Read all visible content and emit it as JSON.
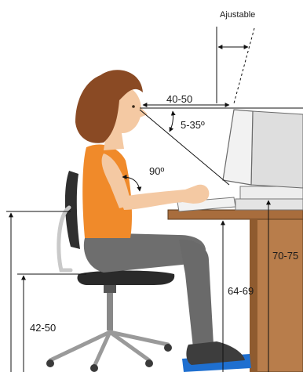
{
  "labels": {
    "adjustable": "Ajustable",
    "eye_distance": "40-50",
    "gaze_angle": "5-35º",
    "elbow_angle": "90º",
    "desk_height": "70-75",
    "keyboard_height": "64-69",
    "seat_height": "42-50"
  },
  "colors": {
    "hair": "#8a4a24",
    "skin": "#f4c9a3",
    "top": "#f08a2a",
    "trousers": "#6e6e6e",
    "chair": "#333333",
    "desk": "#b87d4b",
    "monitor": "#e6e6e6",
    "footrest": "#1e6fd0",
    "lines": "#111111"
  }
}
